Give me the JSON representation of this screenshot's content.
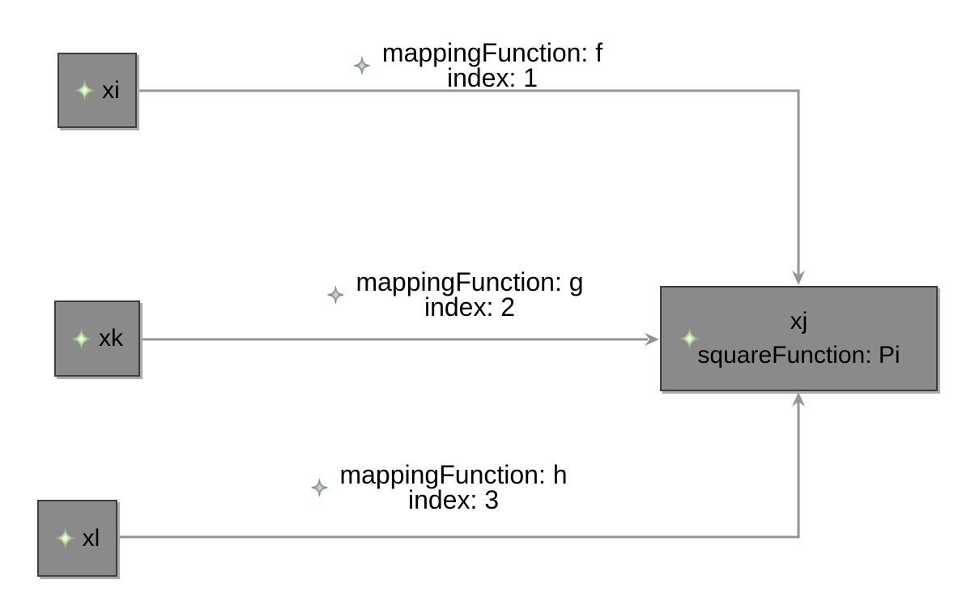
{
  "diagram": {
    "type": "graph",
    "background": "#ffffff",
    "colors": {
      "node_fill": "#8a8a8a",
      "node_border": "#3d3d3d",
      "node_shadow": "#ababab",
      "edge_line": "#949494",
      "text": "#000000",
      "vertex_icon_green": "#8fbf6d",
      "relation_icon_teal": "#4d9696"
    },
    "nodes": [
      {
        "id": "xi",
        "label": "xi"
      },
      {
        "id": "xk",
        "label": "xk"
      },
      {
        "id": "xl",
        "label": "xl"
      },
      {
        "id": "xj",
        "line1": "xj",
        "line2": "squareFunction: Pi"
      }
    ],
    "edges": [
      {
        "from": "xi",
        "to": "xj",
        "line1": "mappingFunction: f",
        "line2": "index: 1"
      },
      {
        "from": "xk",
        "to": "xj",
        "line1": "mappingFunction: g",
        "line2": "index: 2"
      },
      {
        "from": "xl",
        "to": "xj",
        "line1": "mappingFunction: h",
        "line2": "index: 3"
      }
    ]
  }
}
